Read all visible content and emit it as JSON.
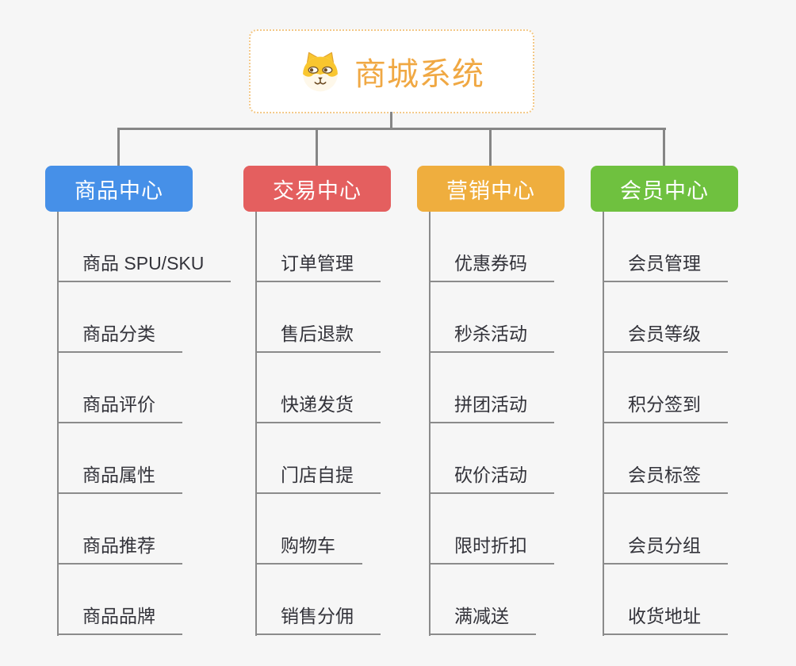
{
  "root": {
    "title": "商城系统",
    "icon": "shiba-dog-icon"
  },
  "branches": [
    {
      "label": "商品中心",
      "color": "#4690e8",
      "children": [
        "商品 SPU/SKU",
        "商品分类",
        "商品评价",
        "商品属性",
        "商品推荐",
        "商品品牌"
      ]
    },
    {
      "label": "交易中心",
      "color": "#e45f5f",
      "children": [
        "订单管理",
        "售后退款",
        "快递发货",
        "门店自提",
        "购物车",
        "销售分佣"
      ]
    },
    {
      "label": "营销中心",
      "color": "#efae3e",
      "children": [
        "优惠券码",
        "秒杀活动",
        "拼团活动",
        "砍价活动",
        "限时折扣",
        "满减送"
      ]
    },
    {
      "label": "会员中心",
      "color": "#6fc13f",
      "children": [
        "会员管理",
        "会员等级",
        "积分签到",
        "会员标签",
        "会员分组",
        "收货地址"
      ]
    }
  ],
  "colors": {
    "background": "#f6f6f6",
    "connector_line": "#868686",
    "leaf_line": "#8b8b8b",
    "root_title": "#f0a843",
    "root_border": "#f3c887",
    "leaf_text": "#33333a"
  }
}
